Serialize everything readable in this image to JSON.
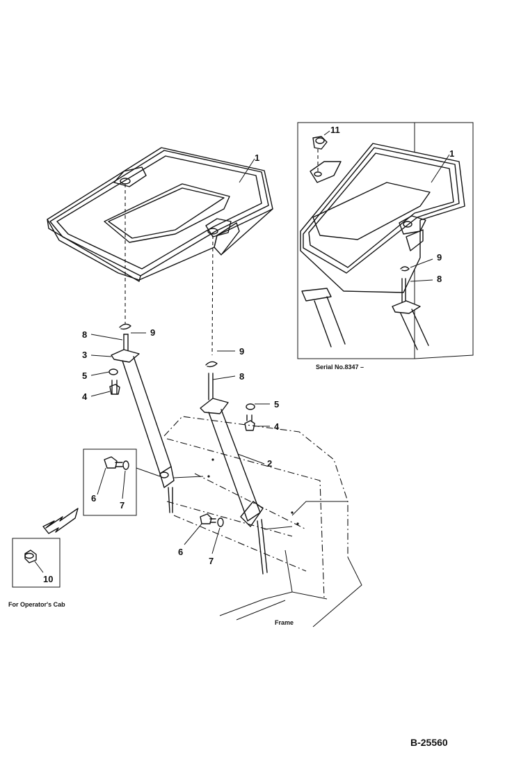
{
  "callouts": {
    "main": {
      "cover": "1",
      "right_stay": "2",
      "left_bracket": "3",
      "left_bolt": "4",
      "left_washer": "5",
      "left_pin_upper": "8",
      "left_clip_upper": "9",
      "right_pin": "8",
      "right_clip": "9",
      "right_washer": "5",
      "right_bolt": "4",
      "inset_bolt": "6",
      "inset_washer": "7",
      "lower_bolt": "6",
      "lower_washer": "7"
    },
    "inset_serial": {
      "knob": "11",
      "cover": "1",
      "clip": "9",
      "pin": "8"
    },
    "cab_plug": "10"
  },
  "labels": {
    "serial": "Serial No.8347 –",
    "operator_cab": "For Operator's Cab",
    "frame": "Frame",
    "drawing_number": "B-25560"
  }
}
